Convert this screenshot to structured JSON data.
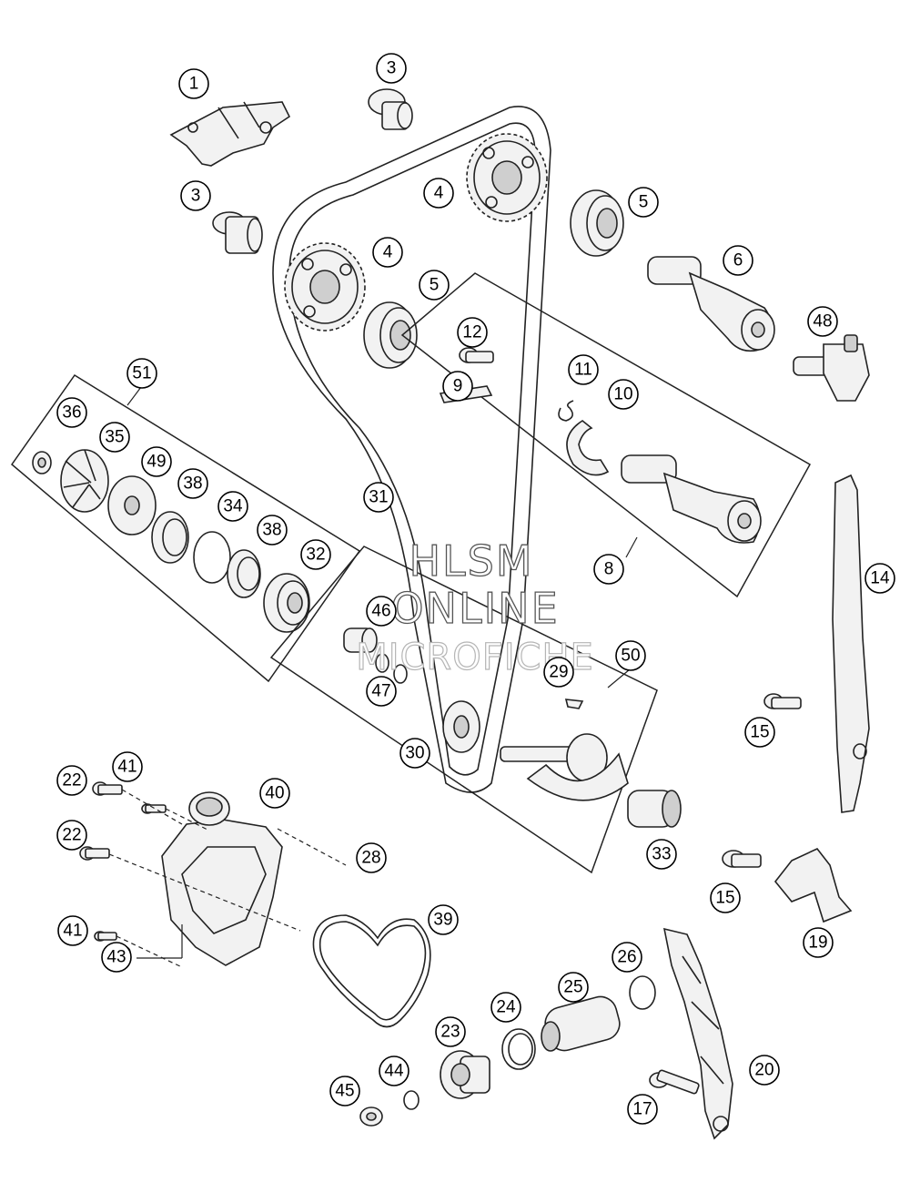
{
  "watermark": {
    "line1": "HLSM",
    "line2": "ONLINE",
    "line3": "MICROFICHE"
  },
  "callouts": [
    "1",
    "3",
    "3",
    "4",
    "4",
    "5",
    "5",
    "6",
    "48",
    "12",
    "9",
    "11",
    "10",
    "8",
    "51",
    "36",
    "35",
    "49",
    "38",
    "34",
    "38",
    "32",
    "31",
    "46",
    "47",
    "30",
    "50",
    "29",
    "14",
    "15",
    "41",
    "22",
    "40",
    "22",
    "28",
    "41",
    "43",
    "39",
    "33",
    "15",
    "19",
    "26",
    "25",
    "24",
    "23",
    "44",
    "45",
    "20",
    "17"
  ]
}
